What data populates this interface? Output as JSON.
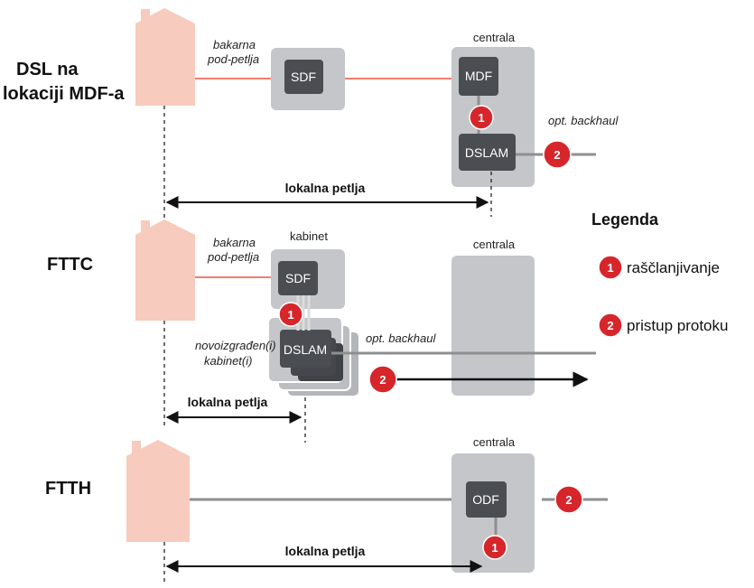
{
  "colors": {
    "house": "#f7cbbd",
    "copper_line": "#ee7f70",
    "fiber_line": "#8f8f8f",
    "cabinet_bg": "#c4c6c9",
    "equipment": "#4a4d51",
    "badge": "#d6262b",
    "arrow": "#111111"
  },
  "legend": {
    "title": "Legenda",
    "items": [
      {
        "number": "1",
        "label": "raščlanjivanje"
      },
      {
        "number": "2",
        "label": "pristup protoku"
      }
    ]
  },
  "rows": {
    "dsl": {
      "title_line1": "DSL na",
      "title_line2": "lokaciji MDF-a",
      "copper_label_line1": "bakarna",
      "copper_label_line2": "pod-petlja",
      "sdf": "SDF",
      "centrala": "centrala",
      "mdf": "MDF",
      "dslam": "DSLAM",
      "backhaul": "opt. backhaul",
      "badge1": "1",
      "badge2": "2",
      "loop": "lokalna petlja"
    },
    "fttc": {
      "title": "FTTC",
      "copper_label_line1": "bakarna",
      "copper_label_line2": "pod-petlja",
      "kabinet": "kabinet",
      "sdf": "SDF",
      "badge1": "1",
      "dslam": "DSLAM",
      "new_cabinet_line1": "novoizgrađen(i)",
      "new_cabinet_line2": "kabinet(i)",
      "backhaul": "opt. backhaul",
      "badge2": "2",
      "centrala": "centrala",
      "loop": "lokalna petlja"
    },
    "ftth": {
      "title": "FTTH",
      "centrala": "centrala",
      "odf": "ODF",
      "badge1": "1",
      "badge2": "2",
      "loop": "lokalna petlja"
    }
  }
}
